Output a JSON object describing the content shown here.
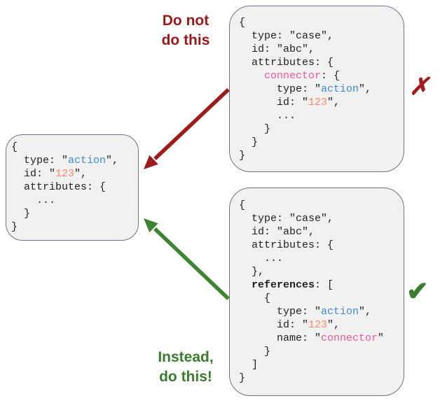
{
  "labels": {
    "do_not": {
      "line1": "Do not",
      "line2": "do this"
    },
    "instead": {
      "line1": "Instead,",
      "line2": "do this!"
    }
  },
  "icons": {
    "x_mark": "✗",
    "check_mark": "✔"
  },
  "colors": {
    "box_background": "#f1f1f2",
    "box_border": "#6d7480",
    "code_text": "#1f1f1f",
    "token_blue": "#3d8cd8",
    "token_orange": "#fc8b64",
    "token_pink": "#f2559f",
    "bad_red": "#9e1717",
    "good_green": "#3a7d2c"
  },
  "code_boxes": {
    "action_object": {
      "lines": [
        [
          [
            "p",
            "{"
          ]
        ],
        [
          [
            "p",
            "  type: \""
          ],
          [
            "b",
            "action"
          ],
          [
            "p",
            "\","
          ]
        ],
        [
          [
            "p",
            "  id: \""
          ],
          [
            "o",
            "123"
          ],
          [
            "p",
            "\","
          ]
        ],
        [
          [
            "p",
            "  attributes: {"
          ]
        ],
        [
          [
            "p",
            "    ..."
          ]
        ],
        [
          [
            "p",
            "  }"
          ]
        ],
        [
          [
            "p",
            "}"
          ]
        ]
      ]
    },
    "case_nested": {
      "lines": [
        [
          [
            "p",
            "{"
          ]
        ],
        [
          [
            "p",
            "  type: \"case\","
          ]
        ],
        [
          [
            "p",
            "  id: \"abc\","
          ]
        ],
        [
          [
            "p",
            "  attributes: {"
          ]
        ],
        [
          [
            "p",
            "    "
          ],
          [
            "k",
            "connector"
          ],
          [
            "p",
            ": {"
          ]
        ],
        [
          [
            "p",
            "      type: \""
          ],
          [
            "b",
            "action"
          ],
          [
            "p",
            "\","
          ]
        ],
        [
          [
            "p",
            "      id: \""
          ],
          [
            "o",
            "123"
          ],
          [
            "p",
            "\","
          ]
        ],
        [
          [
            "p",
            "      ..."
          ]
        ],
        [
          [
            "p",
            "    }"
          ]
        ],
        [
          [
            "p",
            "  }"
          ]
        ],
        [
          [
            "p",
            "}"
          ]
        ]
      ]
    },
    "case_references": {
      "lines": [
        [
          [
            "p",
            "{"
          ]
        ],
        [
          [
            "p",
            "  type: \"case\","
          ]
        ],
        [
          [
            "p",
            "  id: \"abc\","
          ]
        ],
        [
          [
            "p",
            "  attributes: {"
          ]
        ],
        [
          [
            "p",
            "    ..."
          ]
        ],
        [
          [
            "p",
            "  },"
          ]
        ],
        [
          [
            "p",
            "  "
          ],
          [
            "bd",
            "references"
          ],
          [
            "p",
            ": ["
          ]
        ],
        [
          [
            "p",
            "    {"
          ]
        ],
        [
          [
            "p",
            "      type: \""
          ],
          [
            "b",
            "action"
          ],
          [
            "p",
            "\","
          ]
        ],
        [
          [
            "p",
            "      id: \""
          ],
          [
            "o",
            "123"
          ],
          [
            "p",
            "\","
          ]
        ],
        [
          [
            "p",
            "      name: \""
          ],
          [
            "k",
            "connector"
          ],
          [
            "p",
            "\""
          ]
        ],
        [
          [
            "p",
            "    }"
          ]
        ],
        [
          [
            "p",
            "  ]"
          ]
        ],
        [
          [
            "p",
            "}"
          ]
        ]
      ]
    }
  }
}
